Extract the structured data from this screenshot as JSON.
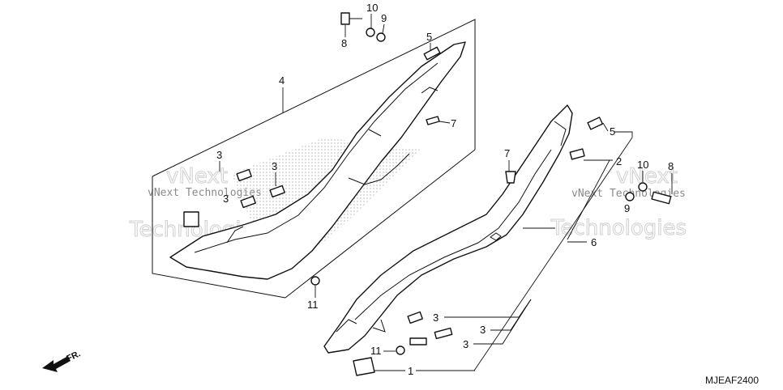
{
  "callouts": {
    "c8_left": "8",
    "c10_left": "10",
    "c9_left": "9",
    "c5_left": "5",
    "c4": "4",
    "c7_left": "7",
    "c3_a": "3",
    "c3_b": "3",
    "c3_c": "3",
    "c11_left": "11",
    "c7_right": "7",
    "c5_right": "5",
    "c2": "2",
    "c10_right": "10",
    "c9_right": "9",
    "c8_right": "8",
    "c6": "6",
    "c3_d": "3",
    "c3_e": "3",
    "c3_f": "3",
    "c11_right": "11",
    "c1": "1"
  },
  "watermarks": {
    "left_small": "vNext Technologies",
    "left_big": "Technologies",
    "right_small": "vNext Technologies",
    "right_big": "Technologies",
    "top_left_vnext": "vNext",
    "top_right_vnext": "vNext"
  },
  "direction_label": "FR.",
  "diagram_code": "MJEAF2400",
  "colors": {
    "line": "#111111",
    "halftone": "#b8b8b8",
    "watermark": "#cfcfcf"
  }
}
